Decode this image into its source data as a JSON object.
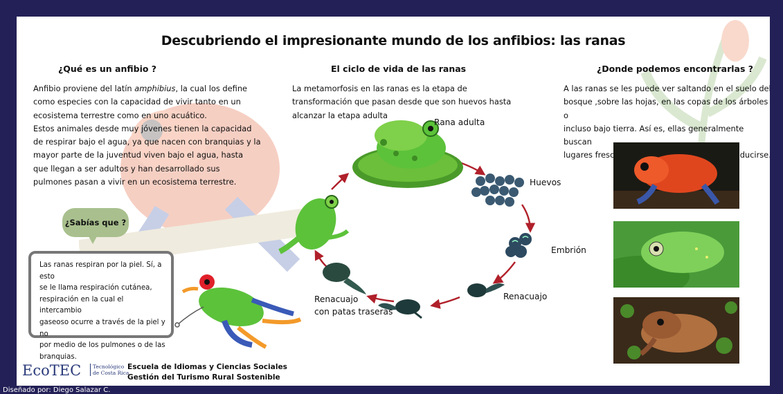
{
  "title": "Descubriendo el impresionante mundo de los anfibios: las ranas",
  "left": {
    "heading": "¿Qué es un anfibio ?",
    "lines": [
      [
        "Anfibio proviene del latín ",
        "amphibius",
        ", la cual los define"
      ],
      "como especies con la capacidad de vivir tanto en un",
      "ecosistema terrestre como en uno acuático.",
      "Estos animales desde muy jóvenes tienen la capacidad",
      "de respirar bajo el agua, ya que nacen con branquias y la",
      "mayor parte de la juventud viven bajo el agua, hasta",
      "que llegan a ser adultos y  han desarrollado sus",
      "pulmones pasan a vivir en un ecosistema terrestre."
    ]
  },
  "middle": {
    "heading": "El ciclo de vida de las ranas",
    "lines": [
      "La metamorfosis en las ranas es la etapa de",
      "transformación que pasan desde que son huevos hasta",
      "alcanzar la etapa adulta"
    ],
    "stages": {
      "adult": "Rana adulta",
      "eggs": "Huevos",
      "embryo": "Embrión",
      "tadpole": "Renacuajo",
      "tadpole_legs_1": "Renacuajo",
      "tadpole_legs_2": "con patas traseras"
    }
  },
  "right": {
    "heading": "¿Donde podemos encontrarlas ?",
    "lines": [
      "A las ranas se les puede ver saltando en el suelo del",
      "bosque ,sobre las hojas, en las copas de los árboles  o",
      "incluso bajo tierra. Así es, ellas generalmente buscan",
      "lugares frescos y húmedos para vivir o reproducirse."
    ]
  },
  "did_you_know": {
    "label": "¿Sabías que ?",
    "lines": [
      "Las ranas respiran por la piel. Sí, a esto",
      "se le llama respiración cutánea,",
      "respiración en la cual el intercambio",
      "gaseoso ocurre a través de la piel y no",
      "por medio de los pulmones o de las",
      "branquias."
    ]
  },
  "footer": {
    "logo": "EcoTEC",
    "logo_sub_1": "Tecnológico",
    "logo_sub_2": "de Costa Rica",
    "school_1": "Escuela de Idiomas y Ciencias Sociales",
    "school_2": "Gestión del Turismo Rural Sostenible",
    "credit": "Diseñado por: Diego Salazar C."
  },
  "colors": {
    "frame": "#232057",
    "arrow": "#b0202a",
    "frog_green": "#5cc23a",
    "bubble": "#a9c08e"
  }
}
